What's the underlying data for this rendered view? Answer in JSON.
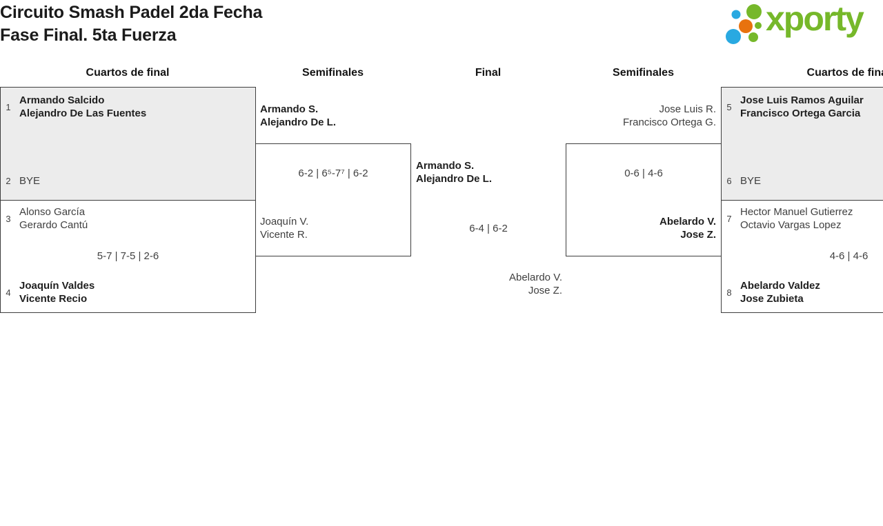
{
  "header": {
    "title_line1": "Circuito Smash Padel 2da Fecha",
    "title_line2": "Fase Final. 5ta Fuerza",
    "logo": {
      "text": "xporty",
      "green": "#76b82a",
      "blue": "#29a9e1",
      "orange": "#e8720e"
    }
  },
  "rounds": {
    "r1": "Cuartos de final",
    "r2": "Semifinales",
    "r3": "Final",
    "r4": "Semifinales",
    "r5": "Cuartos de final"
  },
  "matches": {
    "qf_left_1": {
      "seed_top": "1",
      "top_line1": "Armando Salcido",
      "top_line2": "Alejandro De Las Fuentes",
      "seed_bottom": "2",
      "bottom_line1": "BYE"
    },
    "qf_left_2": {
      "seed_top": "3",
      "top_line1": "Alonso García",
      "top_line2": "Gerardo Cantú",
      "score": "5-7 | 7-5 | 2-6",
      "seed_bottom": "4",
      "bottom_line1": "Joaquín Valdes",
      "bottom_line2": "Vicente Recio"
    },
    "sf_left": {
      "top_line1": "Armando S.",
      "top_line2": "Alejandro De L.",
      "score": "6-2 | 6⁵-7⁷ | 6-2",
      "bottom_line1": "Joaquín V.",
      "bottom_line2": "Vicente R."
    },
    "final": {
      "top_line1": "Armando S.",
      "top_line2": "Alejandro De L.",
      "score": "6-4 | 6-2",
      "bottom_line1": "Abelardo V.",
      "bottom_line2": "Jose Z."
    },
    "sf_right": {
      "top_line1": "Jose Luis R.",
      "top_line2": "Francisco Ortega G.",
      "score": "0-6 | 4-6",
      "bottom_line1": "Abelardo V.",
      "bottom_line2": "Jose Z."
    },
    "qf_right_1": {
      "seed_top": "5",
      "top_line1": "Jose Luis Ramos Aguilar",
      "top_line2": "Francisco Ortega Garcia",
      "seed_bottom": "6",
      "bottom_line1": "BYE"
    },
    "qf_right_2": {
      "seed_top": "7",
      "top_line1": "Hector Manuel Gutierrez",
      "top_line2": "Octavio Vargas Lopez",
      "score": "4-6 | 4-6",
      "seed_bottom": "8",
      "bottom_line1": "Abelardo Valdez",
      "bottom_line2": "Jose Zubieta"
    }
  }
}
